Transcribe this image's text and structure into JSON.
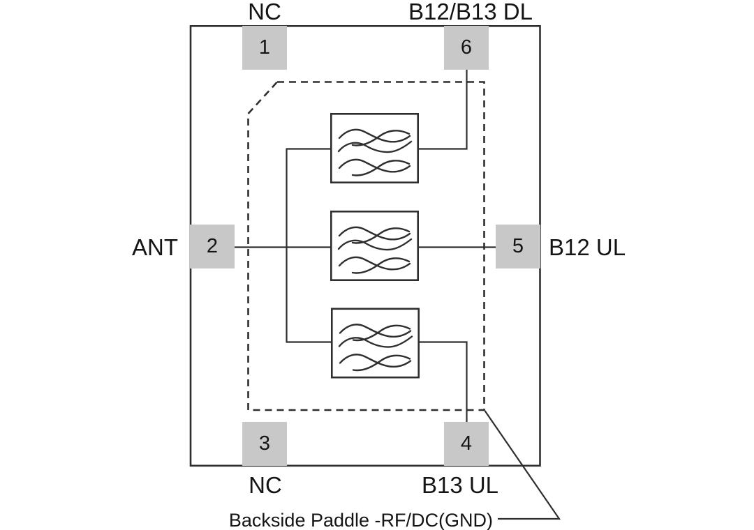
{
  "pins": {
    "p1": {
      "number": "1",
      "label": "NC"
    },
    "p2": {
      "number": "2",
      "label": "ANT"
    },
    "p3": {
      "number": "3",
      "label": "NC"
    },
    "p4": {
      "number": "4",
      "label": "B13 UL"
    },
    "p5": {
      "number": "5",
      "label": "B12 UL"
    },
    "p6": {
      "number": "6",
      "label": "B12/B13 DL"
    }
  },
  "annotations": {
    "backside_paddle": "Backside Paddle -RF/DC(GND)"
  },
  "icons": {
    "filter": "bandpass-filter-icon"
  },
  "colors": {
    "bg": "#ffffff",
    "line": "#2e2e2e",
    "pad-fill": "#c8c8c8",
    "text": "#141414"
  }
}
